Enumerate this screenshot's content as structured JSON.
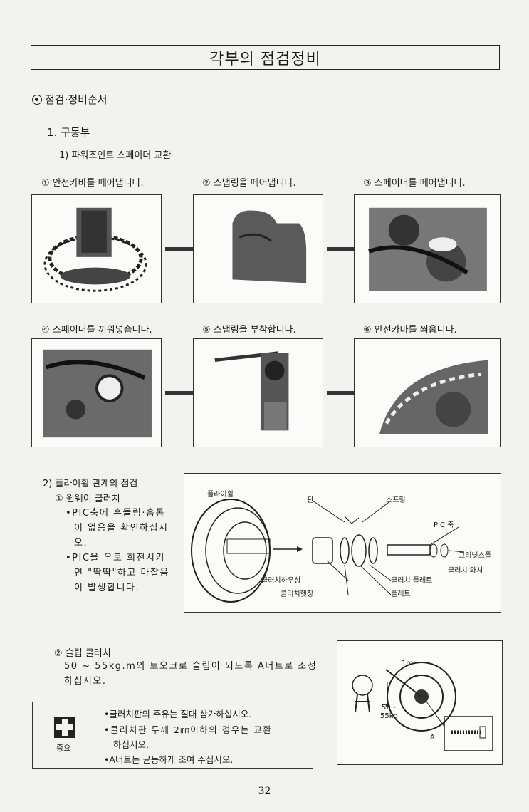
{
  "page_title": "각부의 점검정비",
  "section_heading": "점검·정비순서",
  "subsection": "1. 구동부",
  "item1_title": "1) 파워조인트 스페이더 교환",
  "steps": [
    {
      "label": "① 안전카바를 떼어냅니다."
    },
    {
      "label": "② 스냅링을 떼어냅니다."
    },
    {
      "label": "③ 스페이더를 떼어냅니다."
    },
    {
      "label": "④ 스페이더를 끼워넣습니다."
    },
    {
      "label": "⑤ 스냅링을 부착합니다."
    },
    {
      "label": "⑥ 안전카바를 씌웁니다."
    }
  ],
  "item2_title": "2) 플라이휠 관계의 점검",
  "oneway": {
    "title": "① 원웨이 클러치",
    "bullets": [
      {
        "lines": [
          "•PIC축에 흔들림·흠통",
          "이 없음을 확인하십시",
          "오."
        ]
      },
      {
        "lines": [
          "•PIC을 우로 회전시키",
          "면 \"딱딱\"하고 마찰음",
          "이 발생합니다."
        ]
      }
    ]
  },
  "diagram1_labels": {
    "flywheel": "플라이휠",
    "pin": "핀",
    "spring": "스프링",
    "pic_shaft": "PIC 축",
    "grease_nipple": "그리닛스플",
    "clutch_washer": "클러치 와셔",
    "clutch_housing": "클러치하우싱",
    "clutch_plate": "클러치 플레트",
    "clutch_hatching": "클러치헷징",
    "plate": "플레트"
  },
  "slip": {
    "title": "② 슬립 클러치",
    "lines": [
      "50 ~ 55kg.m의 토오크로 슬립이 되도록 A너트로 조정",
      "하십시오."
    ]
  },
  "diagram2_labels": {
    "length": "1m",
    "torque": "50~",
    "torque2": "55kg",
    "a": "A"
  },
  "notice": {
    "label": "중요",
    "items": [
      "•클러치판의 주유는 절대 삼가하십시오.",
      "•클러치판 두께 2㎜이하의 경우는 교환",
      "하십시오.",
      "•A너트는 균등하게 조여 주십시오."
    ]
  },
  "page_number": "32"
}
